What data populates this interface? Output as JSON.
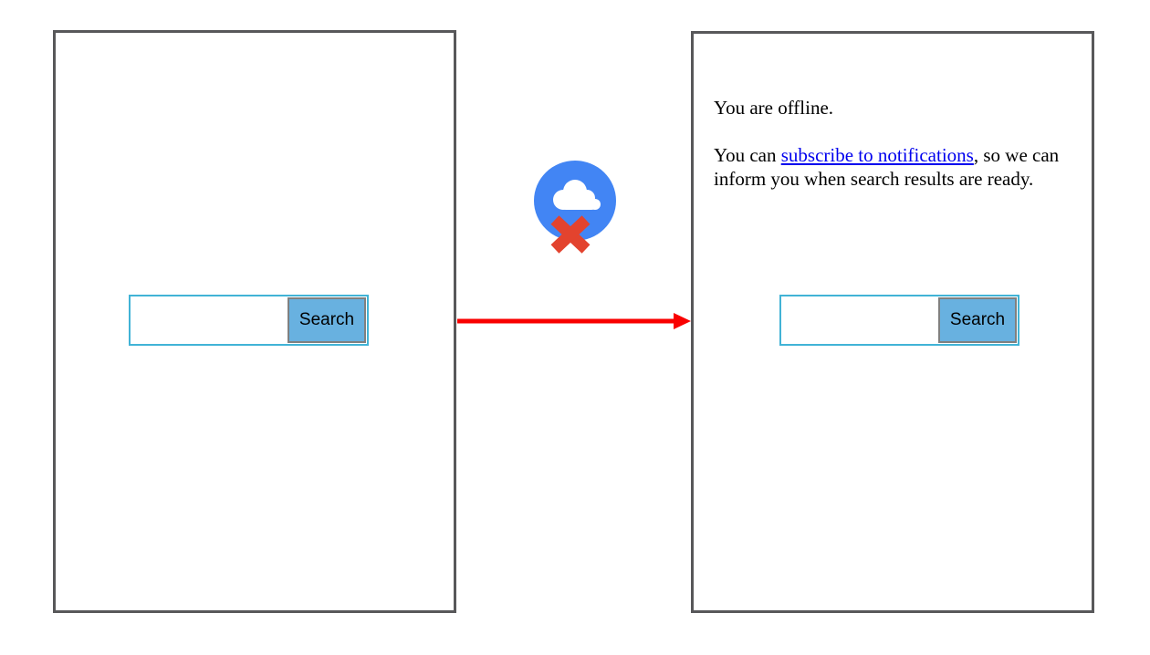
{
  "diagram": {
    "left_screen": {
      "search_input": {
        "value": "",
        "placeholder": ""
      },
      "search_button_label": "Search"
    },
    "right_screen": {
      "offline_text": "You are offline.",
      "notify_text_before": "You can ",
      "notify_link_text": "subscribe to notifications",
      "notify_text_after": ", so we can inform you when search results are ready.",
      "search_input": {
        "value": "",
        "placeholder": ""
      },
      "search_button_label": "Search"
    },
    "icons": {
      "offline_badge": "cloud-with-red-x-offline-icon",
      "connector": "red-right-arrow"
    },
    "colors": {
      "frame_border": "#58585a",
      "input_border": "#41b3d6",
      "button_fill": "#68b1e0",
      "button_border": "#808080",
      "icon_circle_blue": "#4285f4",
      "icon_x_red": "#e3432e",
      "arrow_red": "#f90000",
      "link_blue": "#0000ee"
    }
  }
}
